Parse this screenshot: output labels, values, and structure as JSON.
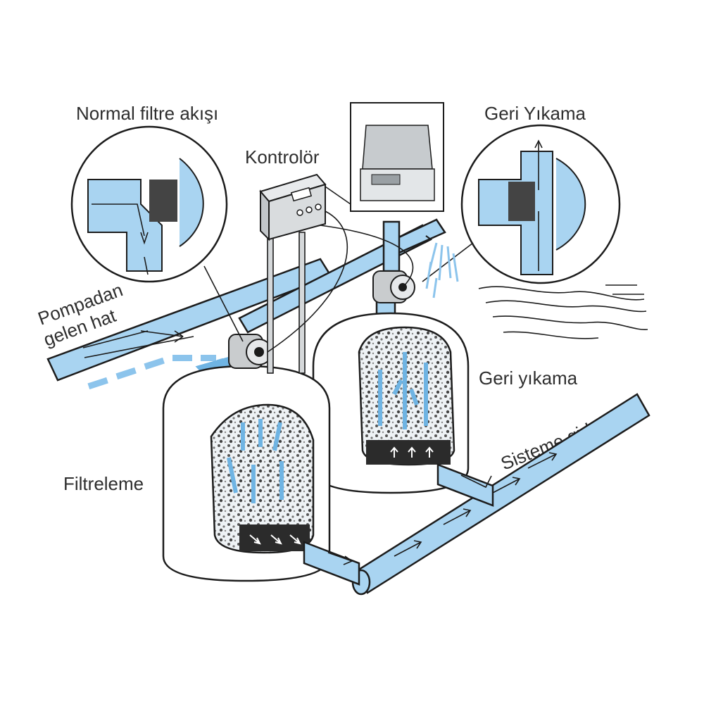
{
  "labels": {
    "normal_flow": "Normal filtre akışı",
    "backwash_top": "Geri Yıkama",
    "controller": "Kontrolör",
    "inlet_line_1": "Pompadan",
    "inlet_line_2": "gelen hat",
    "backwash_side": "Geri yıkama",
    "outlet_line": "Sisteme giden hat",
    "filtering": "Filtreleme"
  },
  "colors": {
    "water": "#a9d4f1",
    "water_dark": "#6fb4e3",
    "outline": "#1c1c1c",
    "metal": "#c9ccce",
    "media_dark": "#2b2b2b"
  }
}
